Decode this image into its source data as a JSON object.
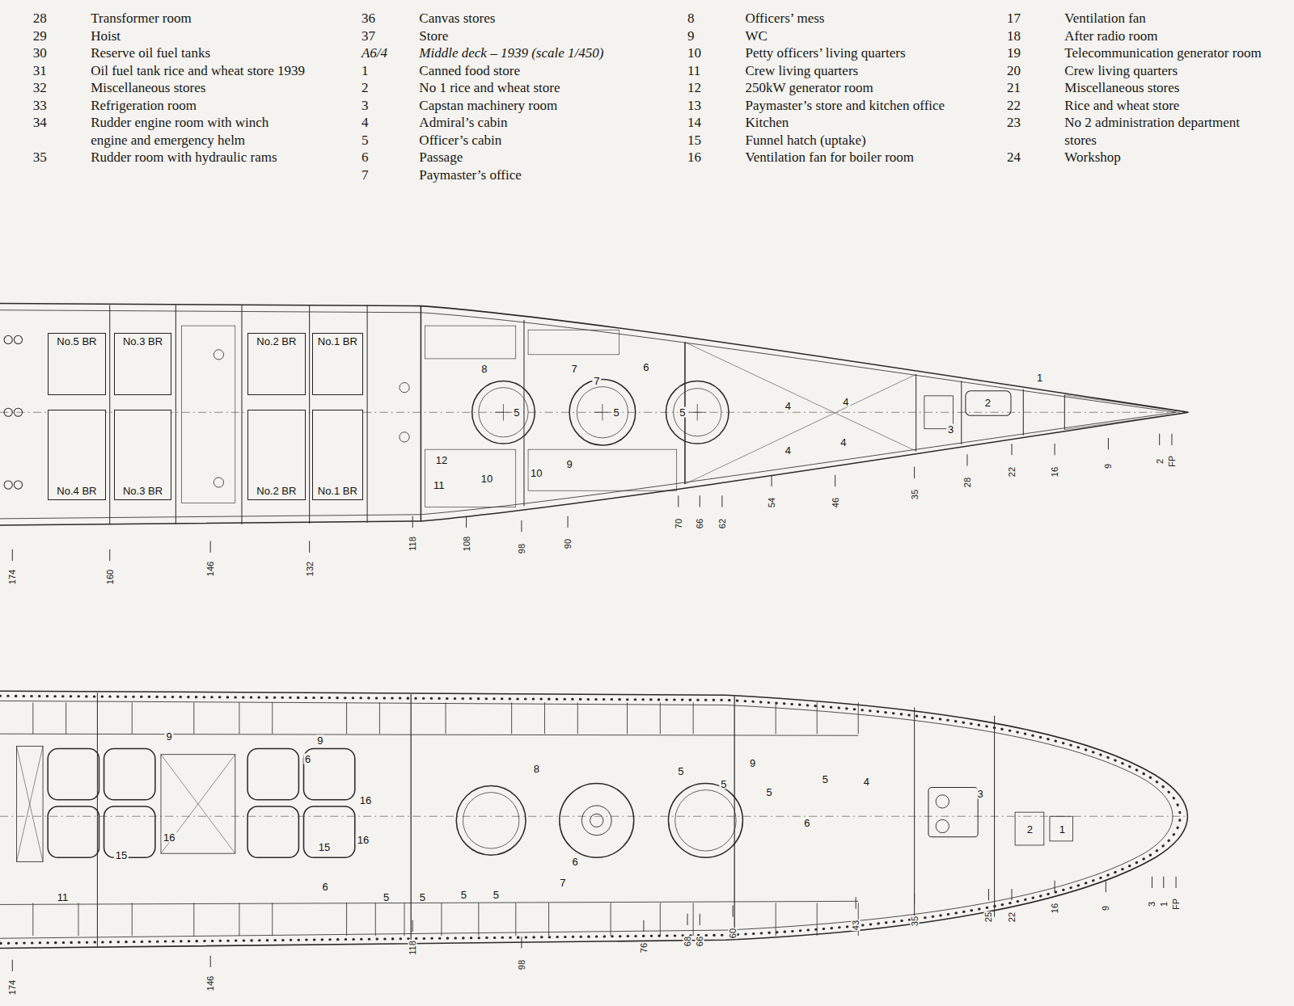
{
  "diagram": {
    "nodes": [
      {
        "text": [
          "No.5 BR"
        ]
      },
      {
        "text": [
          "No.3 BR"
        ]
      },
      {
        "text": [
          "No.2 BR"
        ]
      },
      {
        "text": [
          "No.1 BR"
        ]
      },
      {
        "text": [
          "No.4 BR"
        ]
      },
      {
        "text": [
          "No.3 BR"
        ]
      },
      {
        "text": [
          "No.2 BR"
        ]
      },
      {
        "text": [
          "No.1 BR"
        ]
      }
    ],
    "labels": [
      "28",
      "Transformer room",
      "29",
      "Hoist",
      "30",
      "Reserve oil fuel tanks",
      "31",
      "Oil fuel tank rice and wheat store 1939",
      "32",
      "Miscellaneous stores",
      "33",
      "Refrigeration room",
      "34",
      "Rudder engine room with winch engine and emergency helm",
      "35",
      "Rudder room with hydraulic rams",
      "36",
      "Canvas stores",
      "37",
      "Store",
      "A6/4",
      "Middle deck – 1939 (scale 1/450)",
      "1",
      "Canned food store",
      "2",
      "No 1 rice and wheat store",
      "3",
      "Capstan machinery room",
      "4",
      "Admiral’s cabin",
      "5",
      "Officer’s cabin",
      "6",
      "Passage",
      "7",
      "Paymaster’s office",
      "8",
      "Officers’ mess",
      "9",
      "WC",
      "10",
      "Petty officers’ living quarters",
      "11",
      "Crew living quarters",
      "12",
      "250kW generator room",
      "13",
      "Paymaster’s store and kitchen office",
      "14",
      "Kitchen",
      "15",
      "Funnel hatch (uptake)",
      "16",
      "Ventilation fan for boiler room",
      "17",
      "Ventilation fan",
      "18",
      "After radio room",
      "19",
      "Telecommunication generator room",
      "20",
      "Crew living quarters",
      "21",
      "Miscellaneous stores",
      "22",
      "Rice and wheat store",
      "23",
      "No 2 administration department stores",
      "24",
      "Workshop",
      "8",
      "7",
      "6",
      "5",
      "5",
      "5",
      "7",
      "12",
      "10",
      "10",
      "9",
      "11",
      "4",
      "4",
      "4",
      "4",
      "2",
      "3",
      "1",
      "174",
      "160",
      "146",
      "132",
      "118",
      "108",
      "98",
      "90",
      "70",
      "66",
      "62",
      "54",
      "46",
      "35",
      "28",
      "22",
      "16",
      "9",
      "2",
      "FP",
      "9",
      "9",
      "6",
      "9",
      "8",
      "5",
      "5",
      "5",
      "5",
      "4",
      "3",
      "16",
      "16",
      "16",
      "15",
      "15",
      "6",
      "2",
      "1",
      "6",
      "7",
      "11",
      "6",
      "5",
      "5",
      "5",
      "5",
      "174",
      "146",
      "118",
      "98",
      "76",
      "68",
      "66",
      "60",
      "43",
      "35",
      "25",
      "22",
      "16",
      "9",
      "3",
      "1",
      "FP"
    ]
  }
}
